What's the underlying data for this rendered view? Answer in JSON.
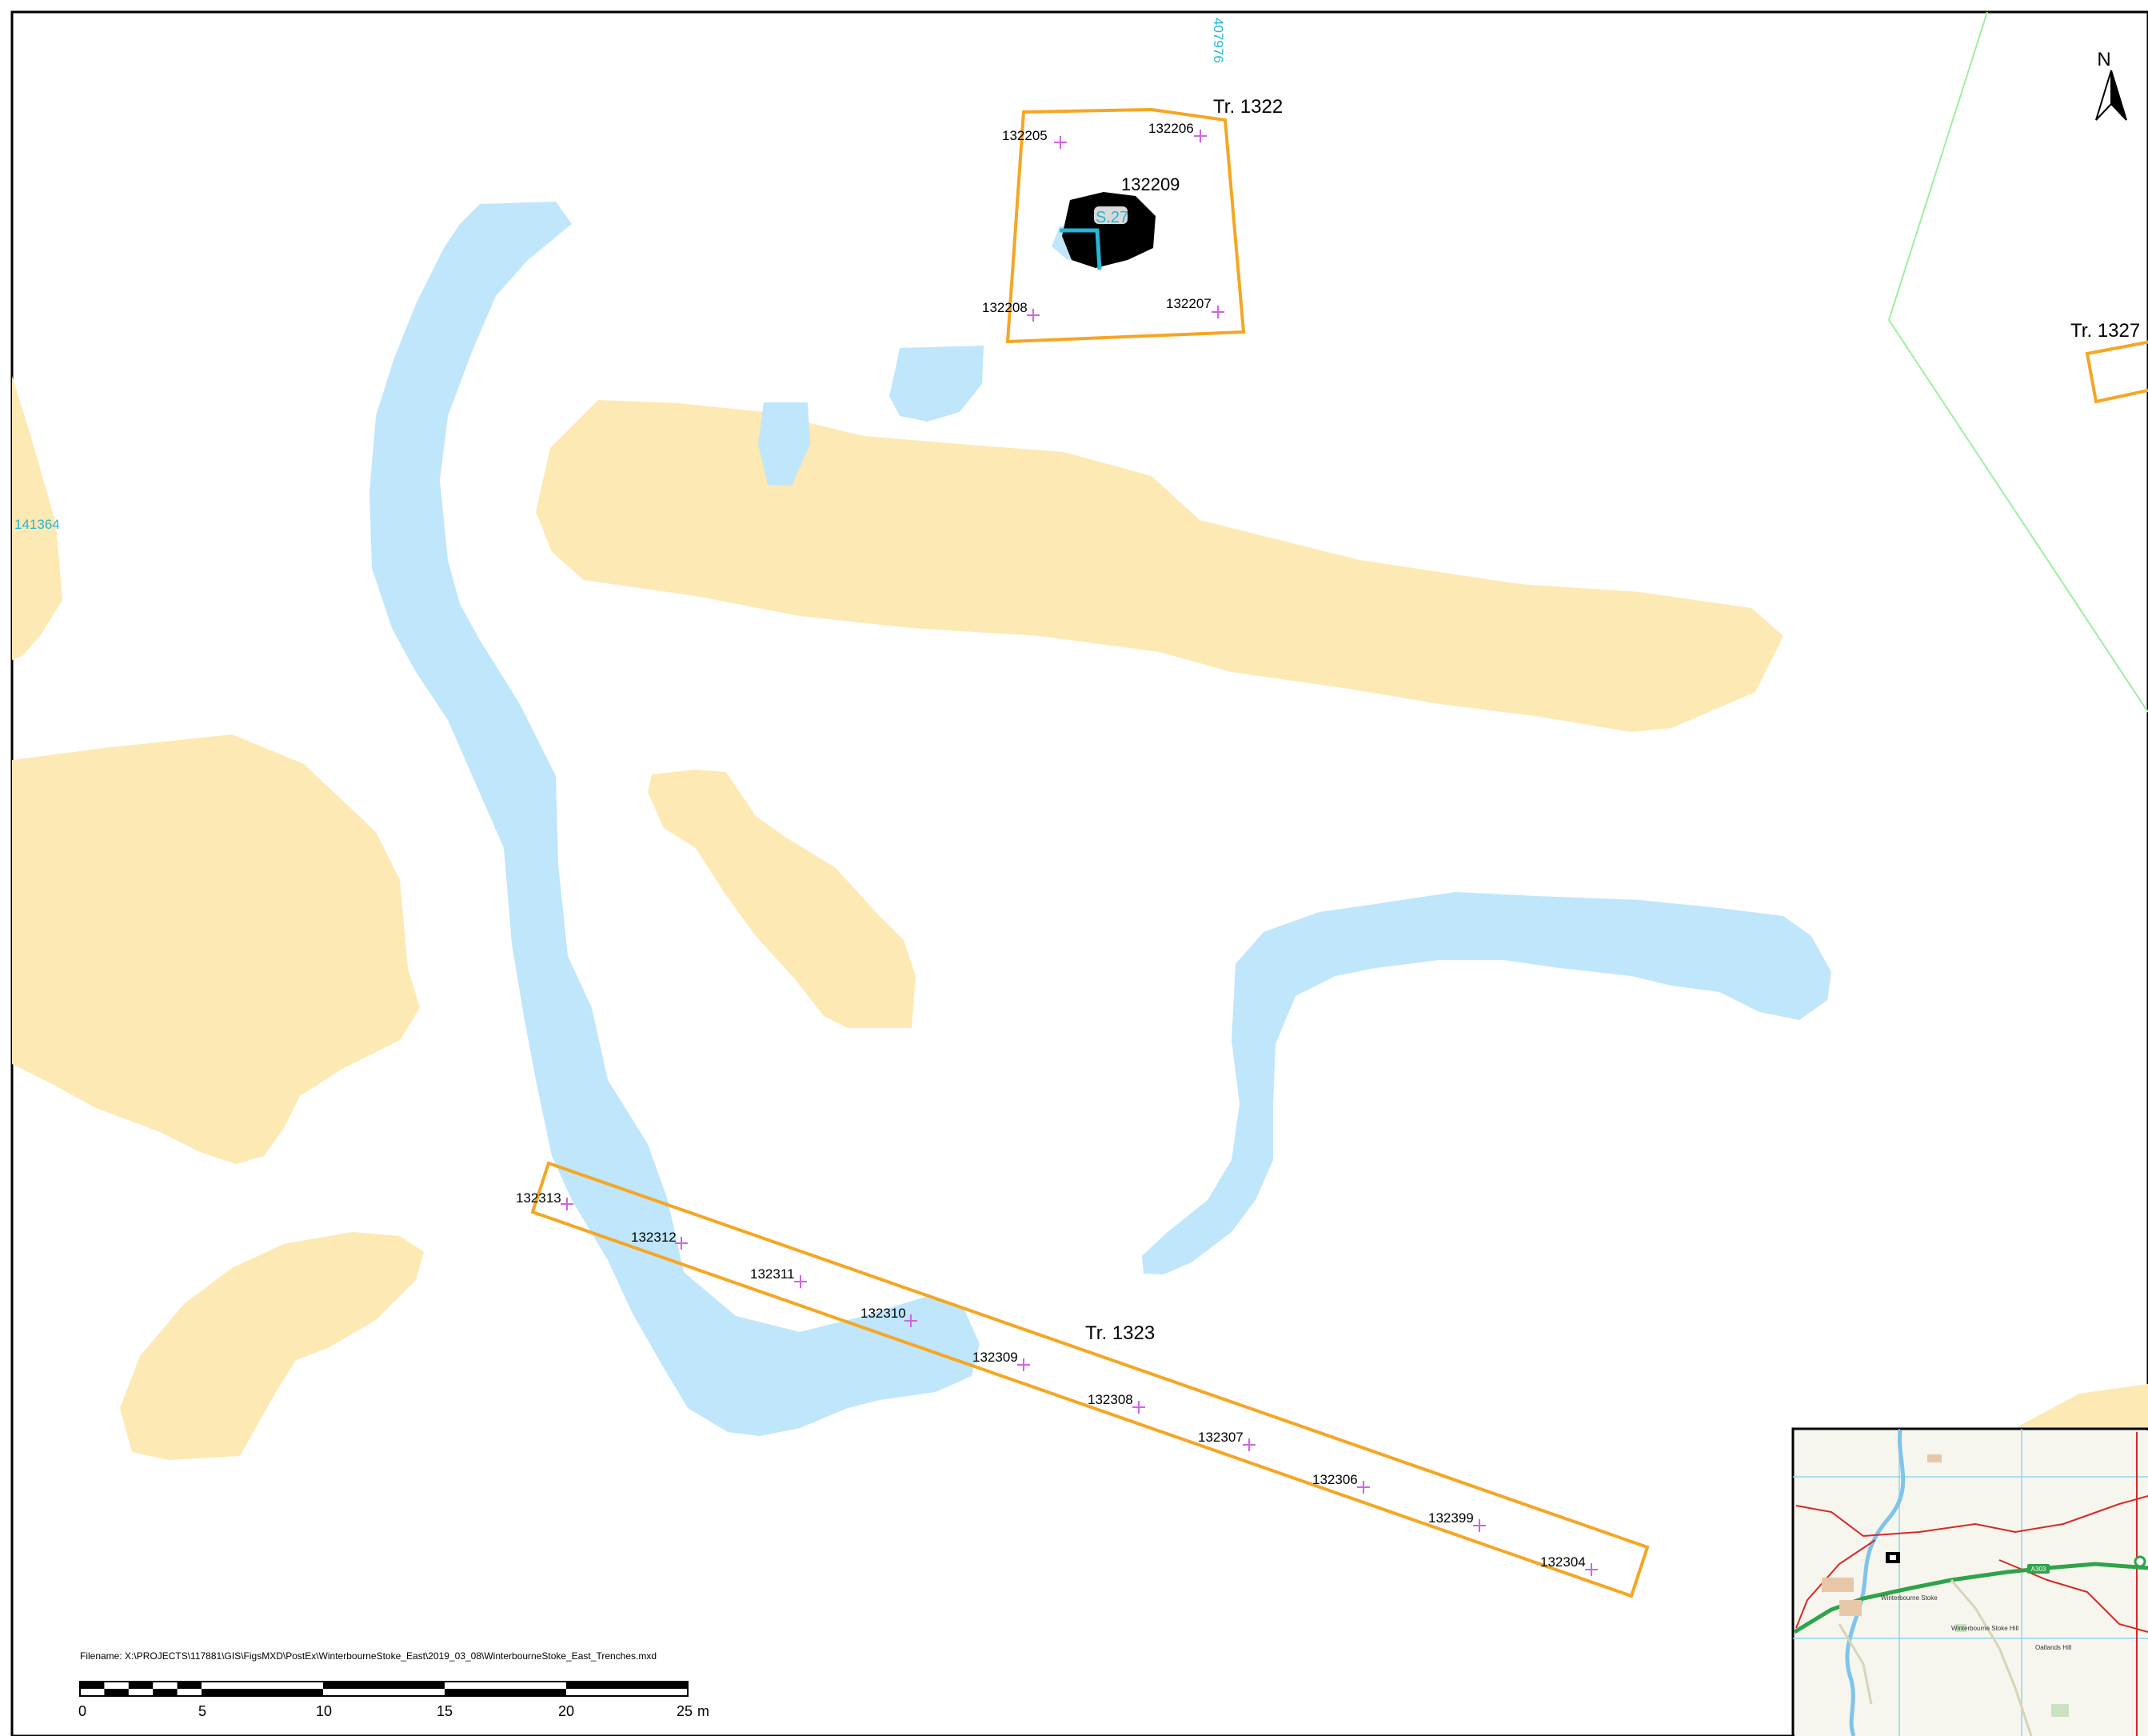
{
  "map": {
    "grid_label_top": "407976",
    "grid_label_left": "141364",
    "north_label": "N",
    "colors": {
      "water": "#bfe6fa",
      "sand": "#fde9b3",
      "trench": "#f5a623",
      "feature": "#000000",
      "survey_point": "#d263e6",
      "grid_label": "#27b6d6",
      "boundary": "#9cf09c",
      "inset_boundary": "#d62828",
      "inset_road": "#2fa34a"
    },
    "trenches": {
      "t1322": "Tr. 1322",
      "t1323": "Tr. 1323",
      "t1327": "Tr. 1327"
    },
    "feature_label": "132209",
    "section_label": "S.27",
    "points": {
      "p132205": "132205",
      "p132206": "132206",
      "p132207": "132207",
      "p132208": "132208",
      "p132313": "132313",
      "p132312": "132312",
      "p132311": "132311",
      "p132310": "132310",
      "p132309": "132309",
      "p132308": "132308",
      "p132307": "132307",
      "p132306": "132306",
      "p132399": "132399",
      "p132304": "132304"
    },
    "filename": "Filename: X:\\PROJECTS\\117881\\GIS\\FigsMXD\\PostEx\\WinterbourneStoke_East\\2019_03_08\\WinterbourneStoke_East_Trenches.mxd",
    "scale": {
      "ticks": [
        "0",
        "5",
        "10",
        "15",
        "20"
      ],
      "last_tick": "25",
      "unit": "m"
    },
    "inset": {
      "road_label": "A303",
      "places": {
        "winterbourne_stoke": "Winterbourne Stoke",
        "winterbourne_stoke_hill": "Winterbourne Stoke Hill",
        "oatlands_hill": "Oatlands Hill"
      }
    }
  }
}
